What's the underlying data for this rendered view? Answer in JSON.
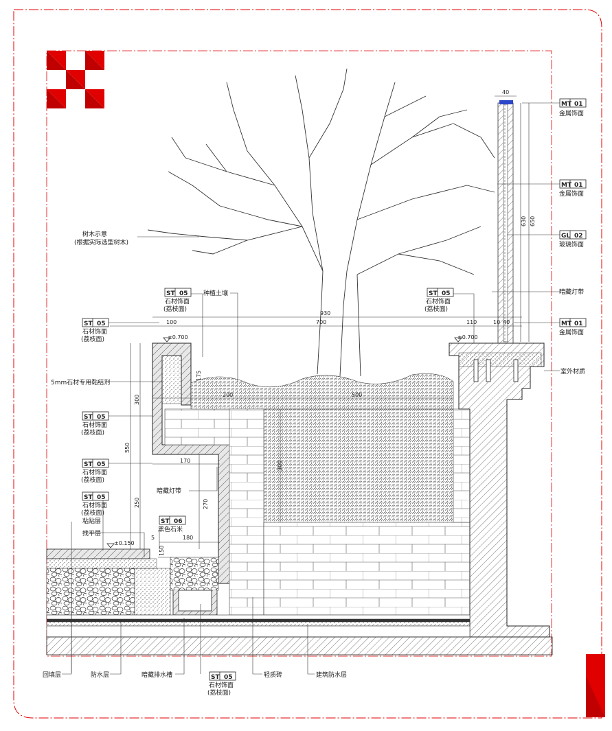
{
  "colors": {
    "accent": "#e00000",
    "line": "#222222",
    "hatch": "#555555",
    "blue": "#2b46c8"
  },
  "tags": {
    "mt01_a": {
      "code": "MT",
      "num": "01",
      "text": "金属饰面"
    },
    "mt01_b": {
      "code": "MT",
      "num": "01",
      "text": "金属饰面"
    },
    "gl02": {
      "code": "GL",
      "num": "02",
      "text": "玻璃饰面"
    },
    "mt01_c": {
      "code": "MT",
      "num": "01",
      "text": "金属饰面"
    },
    "st05_tl": {
      "code": "ST",
      "num": "05",
      "line1": "石材饰面",
      "line2": "(荔枝面)"
    },
    "st05_tr": {
      "code": "ST",
      "num": "05",
      "line1": "石材饰面",
      "line2": "(荔枝面)"
    },
    "st05_l1": {
      "code": "ST",
      "num": "05",
      "line1": "石材饰面",
      "line2": "(荔枝面)"
    },
    "st05_l2": {
      "code": "ST",
      "num": "05",
      "line1": "石材饰面",
      "line2": "(荔枝面)"
    },
    "st05_l3": {
      "code": "ST",
      "num": "05",
      "line1": "石材饰面",
      "line2": "(荔枝面)"
    },
    "st05_l4": {
      "code": "ST",
      "num": "05",
      "line1": "石材饰面",
      "line2": "(荔枝面)"
    },
    "st06": {
      "code": "ST",
      "num": "06",
      "text": "黑色石米"
    },
    "st05_bottom": {
      "code": "ST",
      "num": "05",
      "line1": "石材饰面",
      "line2": "(荔枝面)"
    }
  },
  "labels": {
    "tree_1": "树木示意",
    "tree_2": "(根据实际选型树木)",
    "soil": "种植土壤",
    "hidden_light_right": "暗藏灯带",
    "exterior": "室外材质",
    "adhesive": "5mm石材专用黏结剂",
    "hidden_light_left": "暗藏灯带",
    "bond_layer": "粘贴层",
    "leveling": "找平层",
    "backfill": "回填层",
    "waterproof": "防水层",
    "drain": "暗藏排水槽",
    "light_brick": "轻质砖",
    "arch_waterproof": "建筑防水层"
  },
  "dims": {
    "d40": "40",
    "d630": "630",
    "d650": "650",
    "d930": "930",
    "d100": "100",
    "d700": "700",
    "d110": "110",
    "d10": "10",
    "d40b": "40",
    "el_left": "±0.700",
    "el_right": "±0.700",
    "d175": "175",
    "d200": "200",
    "d500": "500",
    "d300a": "300",
    "d300b": "300",
    "d550": "550",
    "d170": "170",
    "d250": "250",
    "d270": "270",
    "d180": "180",
    "d5": "5",
    "d150": "150",
    "el_ground": "±0.150"
  }
}
